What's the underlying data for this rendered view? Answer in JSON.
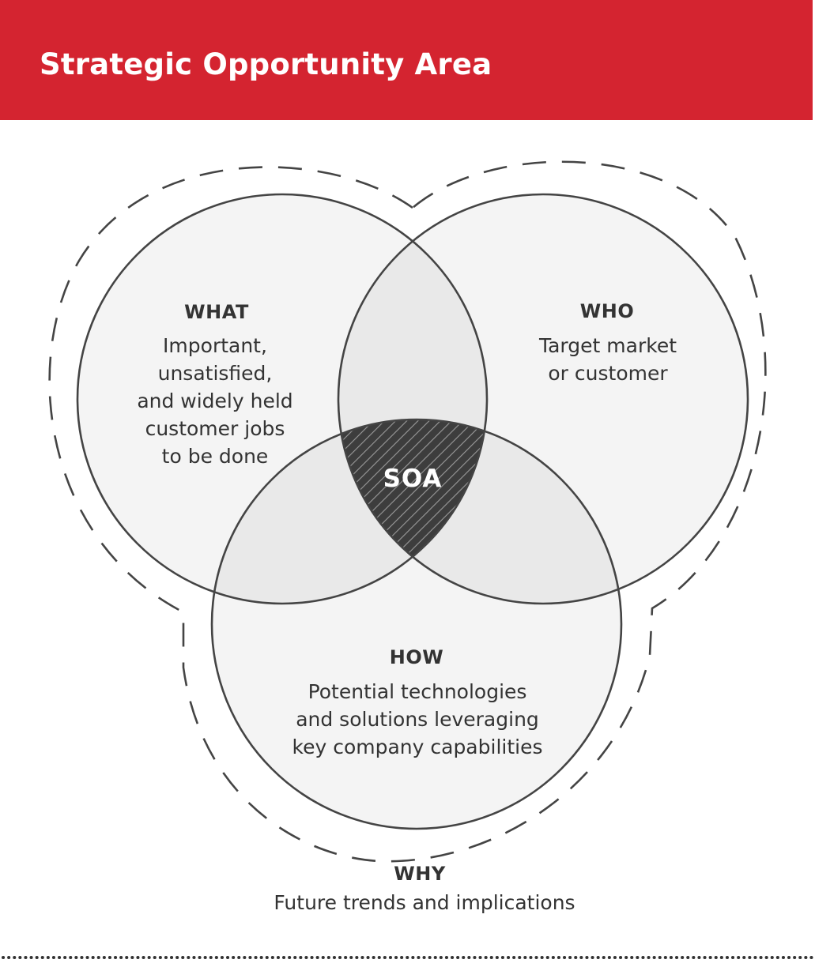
{
  "header": {
    "title": "Strategic Opportunity Area"
  },
  "colors": {
    "header_bg": "#d42430",
    "circle_fill": "#f4f4f4",
    "overlap_fill": "#e9e9e9",
    "outline": "#444444",
    "text": "#333333"
  },
  "circles": {
    "what": {
      "heading": "WHAT",
      "lines": [
        "Important,",
        "unsatisfied,",
        "and widely held",
        "customer jobs",
        "to be done"
      ]
    },
    "who": {
      "heading": "WHO",
      "lines": [
        "Target market",
        "or customer"
      ]
    },
    "how": {
      "heading": "HOW",
      "lines": [
        "Potential technologies",
        "and solutions leveraging",
        "key company capabilities"
      ]
    }
  },
  "center": {
    "label": "SOA"
  },
  "why": {
    "heading": "WHY",
    "text": "Future trends and implications"
  }
}
